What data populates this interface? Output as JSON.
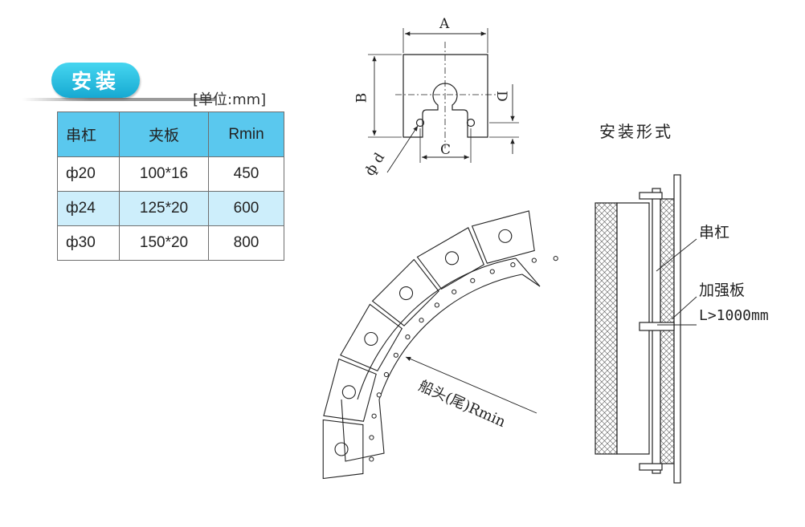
{
  "header": {
    "title": "安装",
    "unit": "[单位:mm]"
  },
  "table": {
    "headers": [
      "串杠",
      "夹板",
      "Rmin"
    ],
    "rows": [
      [
        "ф20",
        "100*16",
        "450"
      ],
      [
        "ф24",
        "125*20",
        "600"
      ],
      [
        "ф30",
        "150*20",
        "800"
      ]
    ]
  },
  "plate_dimensions": {
    "a": "A",
    "b": "B",
    "c": "C",
    "d": "D",
    "phi_d": "ф d"
  },
  "install": {
    "title": "安装形式",
    "rod_label": "串杠",
    "plate_label": "加强板",
    "length_label": "L>1000mm"
  },
  "arc": {
    "radius_label": "船头(尾)Rmin"
  },
  "colors": {
    "accent": "#1fb3dc",
    "header_bg": "#5ac8ee",
    "row_alt": "#cdeefb"
  }
}
